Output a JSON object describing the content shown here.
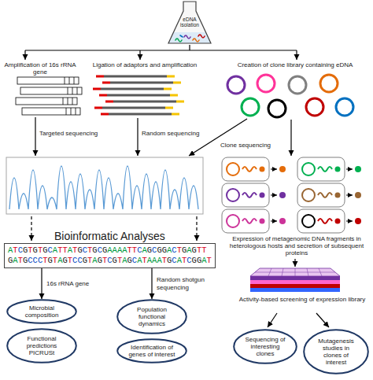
{
  "diagram": {
    "nodes": [
      {
        "text": [
          "eDNA isolation"
        ]
      },
      {
        "text": [
          "Bioinformatic Analyses",
          "ATCGTGTGCATTATGCTGCGAAAATTCAGCGGACTGAGTT",
          "GATGCCCTGTAGTCCGTAGTCGTAGCATAAATGCATCGGAT"
        ]
      },
      {
        "text": [
          "Microbial composition"
        ]
      },
      {
        "text": [
          "Functional predictions PICRUSt"
        ]
      },
      {
        "text": [
          "Population functional dynamics"
        ]
      },
      {
        "text": [
          "Identification of genes of interest"
        ]
      },
      {
        "text": [
          "Sequencing of interesting clones"
        ]
      },
      {
        "text": [
          "Mutagenesis studies in clones of interest"
        ]
      }
    ],
    "edges": [
      {
        "from": 1,
        "to": 2,
        "arrow": "to",
        "label": "16s rRNA gene"
      },
      {
        "from": 1,
        "to": 4,
        "arrow": "to",
        "label": "Random shotgun sequencing"
      }
    ],
    "labels": [
      "Amplification of 16s rRNA gene",
      "Ligation of adaptors and amplification",
      "Creation of clone library containing eDNA",
      "Targeted sequencing",
      "Random sequencing",
      "Clone sequencing",
      "Expression of metagenomic DNA fragments in heterologous hosts and secretion of subsequent proteins",
      "Activity-based screening of expression library"
    ]
  }
}
